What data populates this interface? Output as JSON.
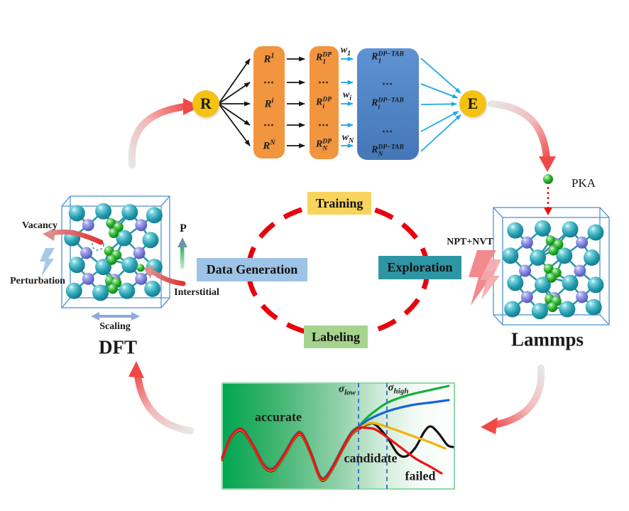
{
  "colors": {
    "orange": "#F2953F",
    "blue-box": "#4E86C6",
    "node-yellow": "#F6C211",
    "loop-red": "#E8000D",
    "training-yellow": "#F8D45C",
    "datagen-blue": "#9DC3E6",
    "exploration-teal": "#2E95A5",
    "labeling-green": "#A6D48F",
    "cyan-arrow": "#1BA8E8",
    "line-black": "#141414",
    "curve-green": "#16AF3C",
    "curve-blue": "#1565D8",
    "curve-yellow": "#F5B301",
    "curve-black": "#111111",
    "curve-red": "#EE1111",
    "plot-green": "#00A651",
    "dashed-blue": "#4472C4",
    "wire-blue": "#5B9BD5",
    "atom-teal": "#3FA9B8",
    "atom-purple": "#8286DE",
    "atom-green": "#27A827",
    "arrow-pink": "#F04848",
    "bolt-blue": "#A8C8E8",
    "bolt-pink": "#F28A8E",
    "scaling-blue": "#8FAADC"
  },
  "network": {
    "input_node": "R",
    "output_node": "E",
    "col1": [
      {
        "base": "R",
        "sup": "1"
      },
      "⋯",
      {
        "base": "R",
        "sup": "i"
      },
      "⋯",
      {
        "base": "R",
        "sup": "N"
      }
    ],
    "col2": [
      {
        "base": "R",
        "sup": "DP",
        "sub": "1"
      },
      "⋯",
      {
        "base": "R",
        "sup": "DP",
        "sub": "i"
      },
      "⋯",
      {
        "base": "R",
        "sup": "DP",
        "sub": "N"
      }
    ],
    "col3": [
      {
        "base": "R",
        "sup": "DP−TAB",
        "sub": "1"
      },
      "⋯",
      {
        "base": "R",
        "sup": "DP−TAB",
        "sub": "i"
      },
      "⋯",
      {
        "base": "R",
        "sup": "DP−TAB",
        "sub": "N"
      }
    ],
    "weights": [
      {
        "base": "w",
        "sub": "1"
      },
      {
        "base": "w",
        "sub": "i"
      },
      {
        "base": "w",
        "sub": "N"
      }
    ]
  },
  "loop": {
    "training": "Training",
    "exploration": "Exploration",
    "labeling": "Labeling",
    "data_generation": "Data Generation"
  },
  "dft": {
    "title": "DFT",
    "vacancy": "Vacancy",
    "perturbation": "Perturbation",
    "interstitial": "Interstitial",
    "scaling": "Scaling",
    "pressure": "P"
  },
  "lammps": {
    "title": "Lammps",
    "pka": "PKA",
    "ensemble": "NPT+NVT"
  },
  "plot": {
    "labels": {
      "accurate": "accurate",
      "candidate": "candidate",
      "failed": "failed"
    },
    "sigma_low": {
      "base": "σ",
      "sub": "low"
    },
    "sigma_high": {
      "base": "σ",
      "sub": "high"
    },
    "curves": [
      "green",
      "blue",
      "yellow",
      "black",
      "red"
    ]
  }
}
